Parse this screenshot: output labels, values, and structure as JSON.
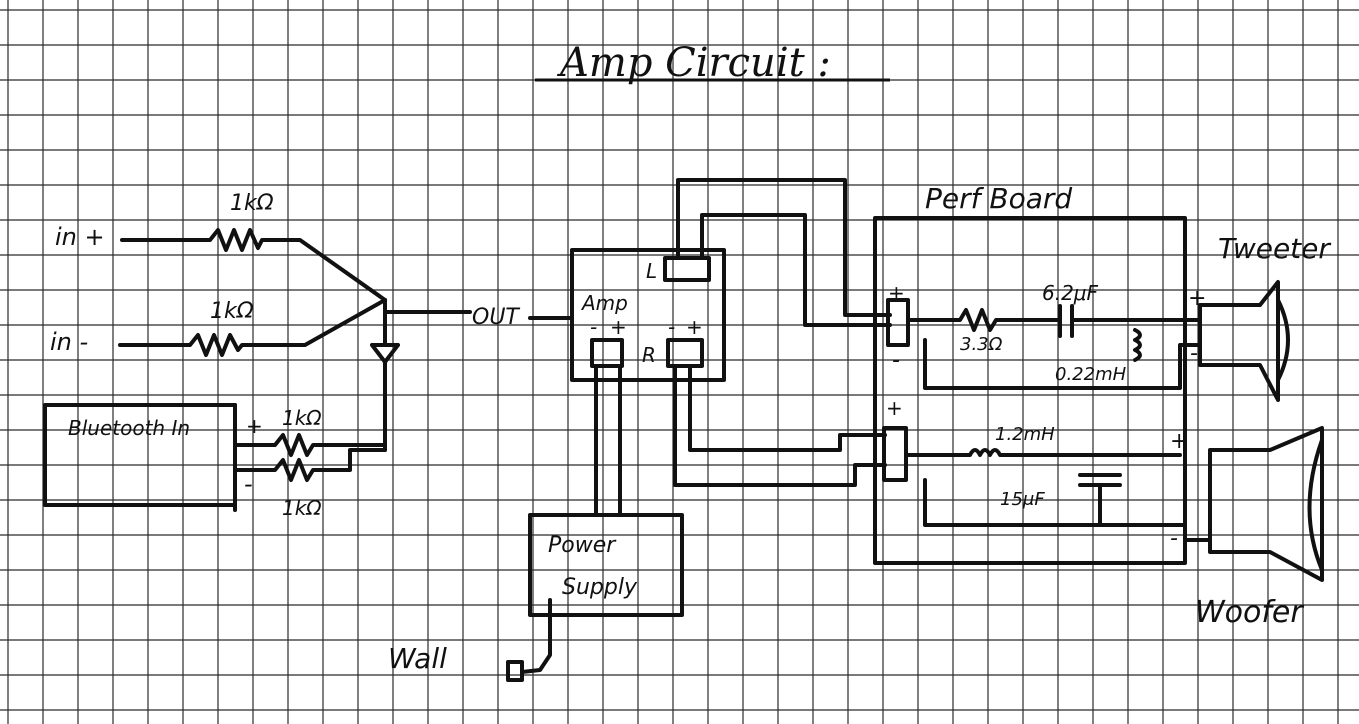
{
  "title": "Amp Circuit :",
  "inputs": {
    "in_plus": "in +",
    "in_minus": "in -",
    "r_in_plus": "1kΩ",
    "r_in_minus": "1kΩ"
  },
  "out_label": "OUT",
  "bluetooth": {
    "label": "Bluetooth In",
    "plus": "+",
    "minus": "-",
    "r_top": "1kΩ",
    "r_bottom": "1kΩ"
  },
  "amp": {
    "label": "Amp",
    "left_channel": "L",
    "right_channel": "R",
    "minus": "-",
    "plus": "+"
  },
  "power_supply": {
    "line1": "Power",
    "line2": "Supply",
    "wall": "Wall"
  },
  "perf_board": {
    "label": "Perf Board",
    "tweeter_resistor": "3.3Ω",
    "tweeter_cap": "6.2μF",
    "tweeter_inductor": "0.22mH",
    "woofer_inductor": "1.2mH",
    "woofer_cap": "15μF",
    "plus": "+",
    "minus": "-"
  },
  "speakers": {
    "tweeter": "Tweeter",
    "woofer": "Woofer",
    "plus": "+",
    "minus": "-"
  },
  "colors": {
    "ink": "#111111",
    "grid": "#2b2b2b",
    "paper": "#ffffff"
  }
}
